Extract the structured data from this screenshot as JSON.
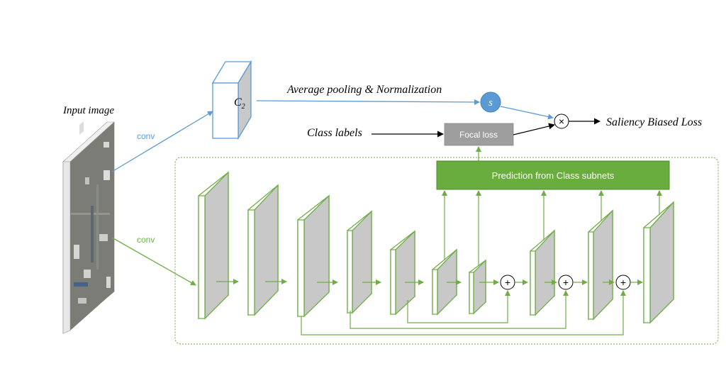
{
  "labels": {
    "input_image": "Input image",
    "conv_blue": "conv",
    "conv_green": "conv",
    "c2_letter": "C",
    "c2_sub": "2",
    "avg_pool": "Average pooling & Normalization",
    "s_node": "s",
    "class_labels": "Class labels",
    "focal_loss": "Focal loss",
    "saliency_loss": "Saliency Biased Loss",
    "prediction": "Prediction from Class subnets",
    "multiply": "×",
    "plus": "+"
  },
  "colors": {
    "blue": "#5b9bd5",
    "green": "#70ad47",
    "green_fill": "#6aad3f",
    "gray_fill": "#c8c8c8",
    "focal_fill": "#9e9e9e",
    "s_fill": "#5b9bd5"
  }
}
